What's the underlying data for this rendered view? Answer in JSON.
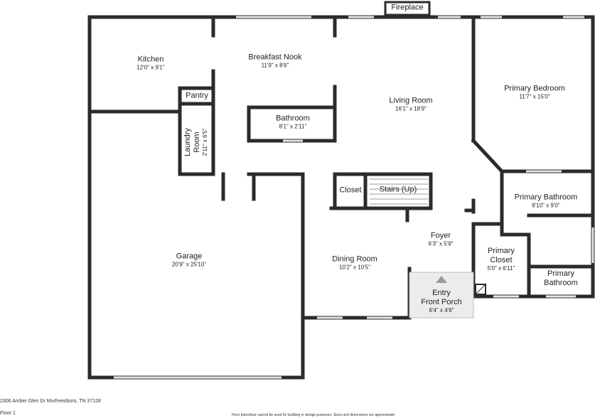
{
  "rooms": {
    "fireplace": {
      "name": "Fireplace"
    },
    "kitchen": {
      "name": "Kitchen",
      "dims": "12'0\" x 9'1\""
    },
    "breakfast": {
      "name": "Breakfast Nook",
      "dims": "11'9\" x 8'6\""
    },
    "living": {
      "name": "Living Room",
      "dims": "16'1\" x 18'9\""
    },
    "primary_bedroom": {
      "name": "Primary Bedroom",
      "dims": "11'7\" x 15'0\""
    },
    "pantry": {
      "name": "Pantry"
    },
    "laundry": {
      "name_1": "Laundry",
      "name_2": "Room",
      "dims": "2'11\" x 6'5\""
    },
    "bathroom": {
      "name": "Bathroom",
      "dims": "8'1\" x 2'11\""
    },
    "closet": {
      "name": "Closet"
    },
    "stairs": {
      "name": "Stairs (Up)"
    },
    "primary_bathroom": {
      "name": "Primary Bathroom",
      "dims": "8'10\" x 9'0\""
    },
    "garage": {
      "name": "Garage",
      "dims": "20'9\" x 25'10\""
    },
    "foyer": {
      "name": "Foyer",
      "dims": "6'3\" x 5'9\""
    },
    "dining": {
      "name": "Dining Room",
      "dims": "10'2\" x 10'5\""
    },
    "primary_closet": {
      "name_1": "Primary",
      "name_2": "Closet",
      "dims": "5'0\" x 6'11\""
    },
    "primary_bathroom_2": {
      "name_1": "Primary",
      "name_2": "Bathroom"
    },
    "entry": {
      "name_1": "Entry",
      "name_2": "Front Porch",
      "dims": "6'4\" x 4'6\""
    }
  },
  "footer": {
    "address": "2306 Amber Glen Dr Murfreesboro, TN 37128",
    "floor": "Floor 1",
    "disclaimer": "Floor plans/tour cannot be used for building or design purposes. Sizes and dimensions are approximate."
  },
  "colors": {
    "wall": "#2b2b2b",
    "window": "#e6e6e6",
    "porch": "#ececec",
    "background": "#ffffff"
  }
}
